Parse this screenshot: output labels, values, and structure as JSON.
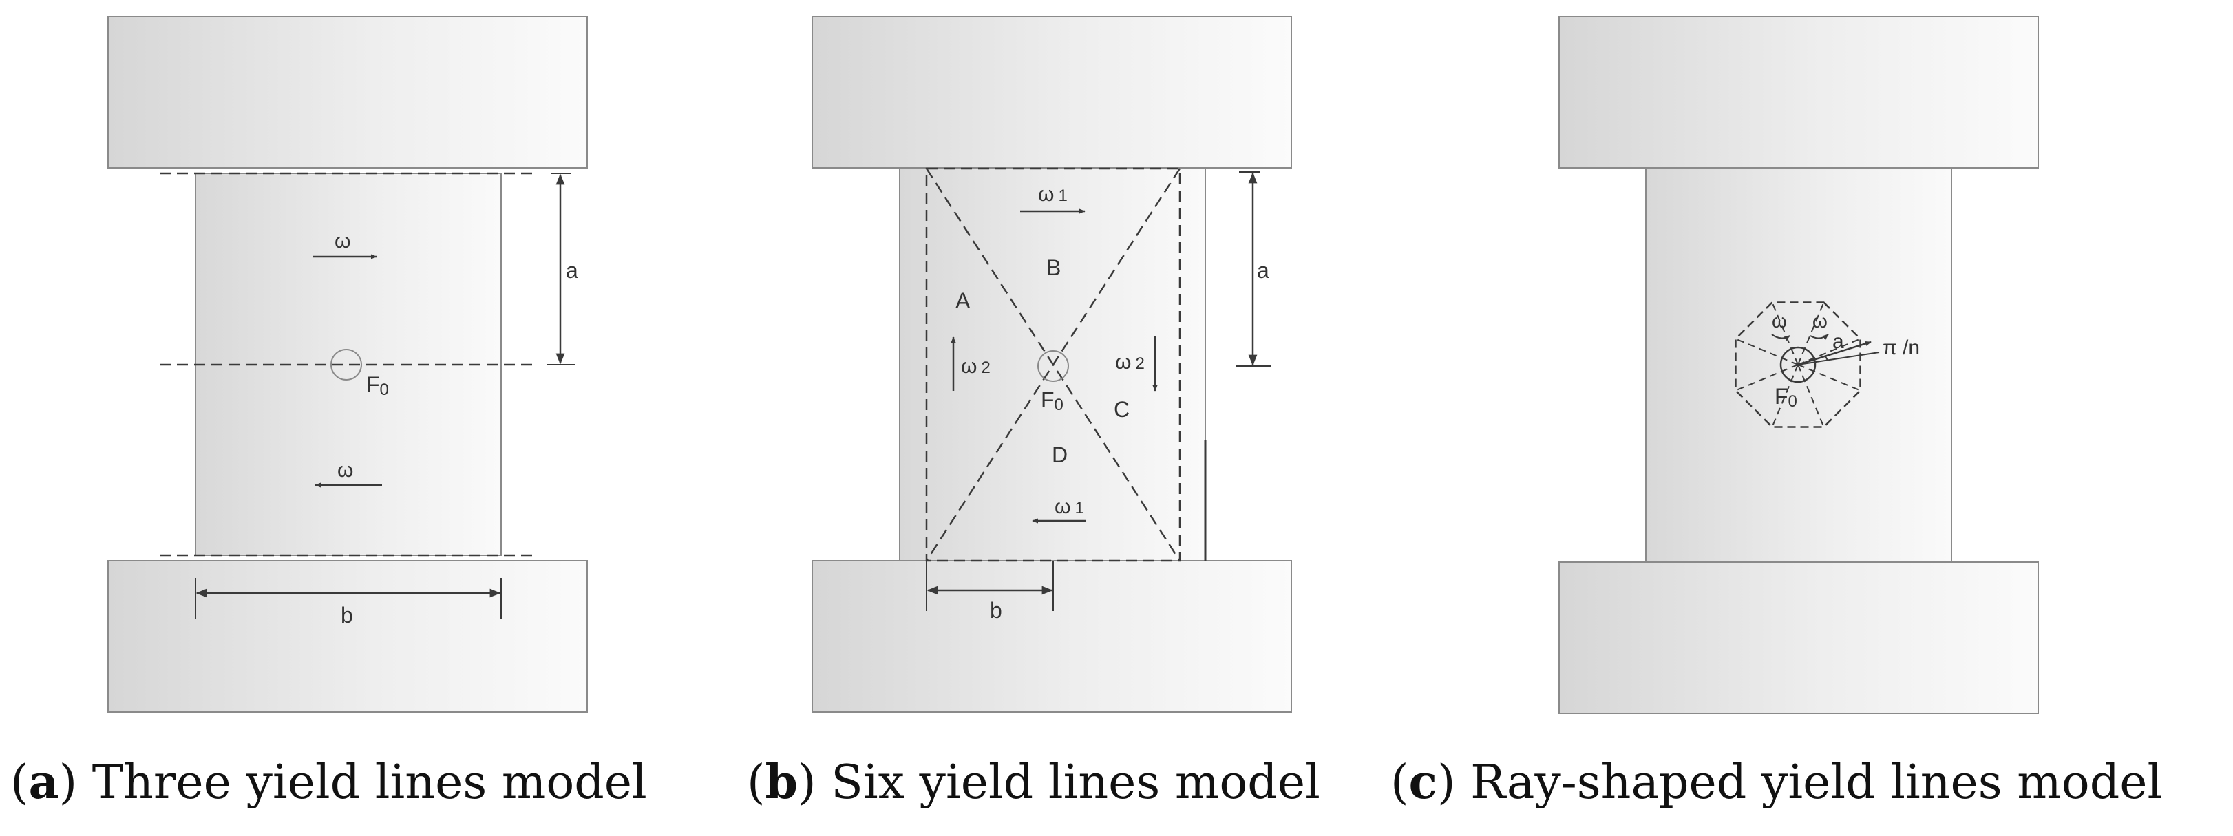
{
  "panels": [
    {
      "id": "a",
      "caption_letter": "a",
      "caption_text": "Three yield lines model",
      "labels": {
        "omega_top": "ω",
        "omega_bottom": "ω",
        "dim_a": "a",
        "dim_b": "b",
        "force": "F",
        "force_sub": "0"
      }
    },
    {
      "id": "b",
      "caption_letter": "b",
      "caption_text": "Six yield lines model",
      "labels": {
        "omega1_top": "ω",
        "omega1_top_sub": "1",
        "omega1_bottom": "ω",
        "omega1_bottom_sub": "1",
        "omega2_left": "ω",
        "omega2_left_sub": "2",
        "omega2_right": "ω",
        "omega2_right_sub": "2",
        "region_a": "A",
        "region_b": "B",
        "region_c": "C",
        "region_d": "D",
        "dim_a": "a",
        "dim_b": "b",
        "force": "F",
        "force_sub": "0"
      }
    },
    {
      "id": "c",
      "caption_letter": "c",
      "caption_text": "Ray-shaped yield lines model",
      "labels": {
        "omega_left": "ω",
        "omega_right": "ω",
        "dim_a": "a",
        "angle": "π /n",
        "force": "F",
        "force_sub": "0"
      }
    }
  ],
  "colors": {
    "outline": "#8a8a8a",
    "line": "#3a3a3a",
    "fill_light": "#f7f7f7",
    "fill_dark": "#d8d8d8"
  }
}
